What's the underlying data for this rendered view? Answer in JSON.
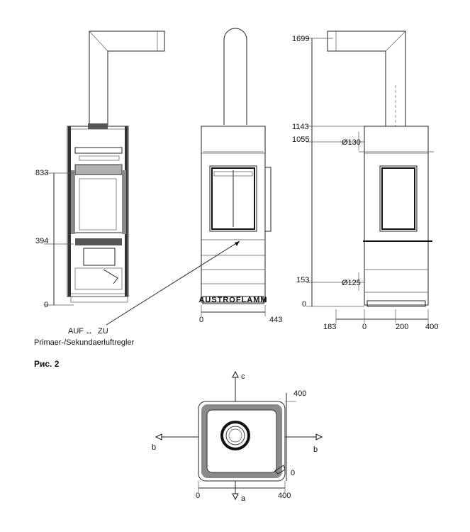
{
  "figure_caption": "Рис. 2",
  "section_view": {
    "dims": [
      "833",
      "394",
      "0"
    ]
  },
  "front_view": {
    "brand": "AUSTROFLAMM",
    "dims": [
      "0",
      "443"
    ]
  },
  "side_view": {
    "dims_left": [
      "1699",
      "1143",
      "1055",
      "153",
      "0"
    ],
    "diameters": [
      "Ø130",
      "Ø125"
    ],
    "dims_bottom": [
      "183",
      "0",
      "200",
      "400"
    ]
  },
  "air_regulator": {
    "auf": "AUF",
    "zu": "ZU",
    "arrow": "↔",
    "label": "Primaer-/Sekundaerluftregler"
  },
  "plan_view": {
    "axis_labels": {
      "a": "a",
      "b_left": "b",
      "b_right": "b",
      "c": "c"
    },
    "dims": {
      "top": "400",
      "right_zero": "0",
      "bottom_zero": "0",
      "bottom_400": "400"
    }
  }
}
